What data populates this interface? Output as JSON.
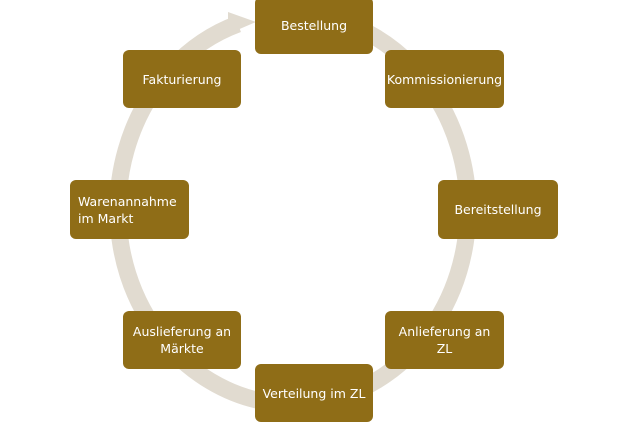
{
  "diagram": {
    "steps": [
      {
        "label": "Bestellung"
      },
      {
        "label": "Kommissionierung"
      },
      {
        "label": "Bereitstellung"
      },
      {
        "label": "Anlieferung an ZL"
      },
      {
        "label": "Verteilung im ZL"
      },
      {
        "label": "Auslieferung an Märkte"
      },
      {
        "label": "Warenannahme im Markt"
      },
      {
        "label": "Fakturierung"
      }
    ],
    "colors": {
      "box": "#8f6d17",
      "box_text": "#ffffff",
      "cycle_arrow": "#e1dbd0",
      "background": "#ffffff"
    }
  }
}
